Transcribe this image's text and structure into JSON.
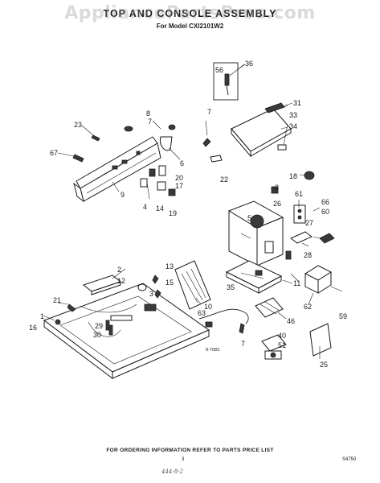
{
  "watermark": "AppliancePartsPros.com",
  "title": "TOP AND CONSOLE ASSEMBLY",
  "subtitle": "For Model CXI2101W2",
  "footer_note": "FOR ORDERING INFORMATION REFER TO PARTS PRICE LIST",
  "page_number": "3",
  "plate_code": "S4750",
  "diagram_code": "8-7083",
  "handwritten_note": "444-8-2",
  "callouts": {
    "c1": "1",
    "c2": "2",
    "c3": "3",
    "c4": "4",
    "c5": "5",
    "c6": "6",
    "c7a": "7",
    "c7b": "7",
    "c7c": "7",
    "c8": "8",
    "c9": "9",
    "c10": "10",
    "c11": "11",
    "c12": "12",
    "c13": "13",
    "c14": "14",
    "c15": "15",
    "c16": "16",
    "c17": "17",
    "c18": "18",
    "c19": "19",
    "c20": "20",
    "c21": "21",
    "c22": "22",
    "c23": "23",
    "c25": "25",
    "c26": "26",
    "c27": "27",
    "c28": "28",
    "c29": "29",
    "c30": "30",
    "c31": "31",
    "c33": "33",
    "c34": "34",
    "c35": "35",
    "c36": "36",
    "c40": "40",
    "c46": "46",
    "c51": "51",
    "c56": "56",
    "c59": "59",
    "c60": "60",
    "c61": "61",
    "c62": "62",
    "c63": "63",
    "c66": "66",
    "c67": "67"
  }
}
